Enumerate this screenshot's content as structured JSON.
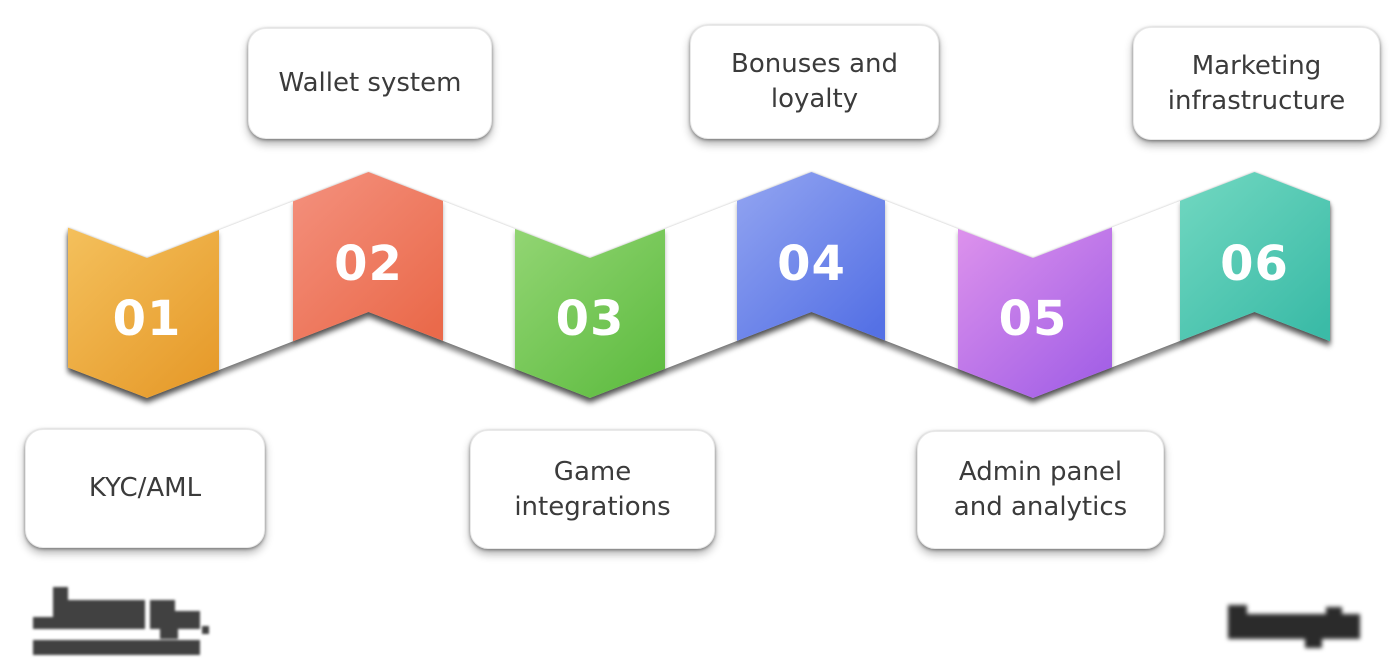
{
  "steps": [
    {
      "number": "01",
      "label": "KYC/AML",
      "lines": [
        "KYC/AML"
      ],
      "label_position": "bottom",
      "color_from": "#F4C05C",
      "color_to": "#E69A2A"
    },
    {
      "number": "02",
      "label": "Wallet system",
      "lines": [
        "Wallet system"
      ],
      "label_position": "top",
      "color_from": "#F4917E",
      "color_to": "#EA6A4B"
    },
    {
      "number": "03",
      "label": "Game integrations",
      "lines": [
        "Game",
        "integrations"
      ],
      "label_position": "bottom",
      "color_from": "#92D573",
      "color_to": "#5FBC41"
    },
    {
      "number": "04",
      "label": "Bonuses and loyalty",
      "lines": [
        "Bonuses and",
        "loyalty"
      ],
      "label_position": "top",
      "color_from": "#93A5F1",
      "color_to": "#5571E5"
    },
    {
      "number": "05",
      "label": "Admin panel and analytics",
      "lines": [
        "Admin panel",
        "and analytics"
      ],
      "label_position": "bottom",
      "color_from": "#DD92EC",
      "color_to": "#A25FE6"
    },
    {
      "number": "06",
      "label": "Marketing infrastructure",
      "lines": [
        "Marketing",
        "infrastructure"
      ],
      "label_position": "top",
      "color_from": "#72D8C1",
      "color_to": "#3BBBA7"
    }
  ],
  "ribbon": {
    "fill": "#ffffff",
    "number_color": "#ffffff"
  },
  "watermarks": {
    "bottom_left": {
      "type": "blurred-logo",
      "color": "#414141"
    },
    "bottom_right": {
      "type": "blurred-brand",
      "color": "#2B2B2B"
    }
  }
}
